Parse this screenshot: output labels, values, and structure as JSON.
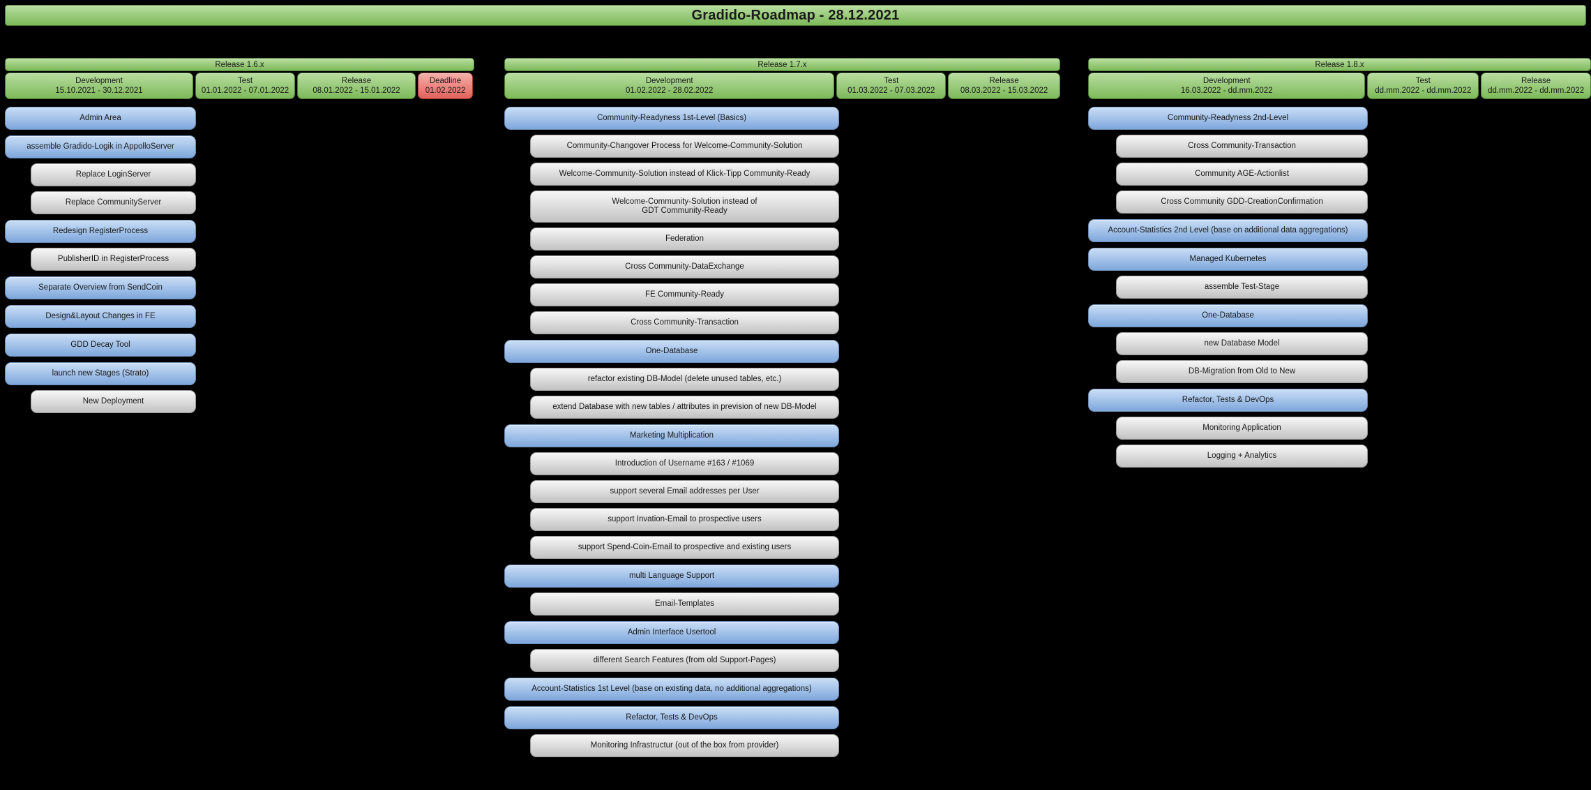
{
  "title": "Gradido-Roadmap - 28.12.2021",
  "colors": {
    "background": "#000000",
    "green_top": "#b8de9f",
    "green_bottom": "#7db95a",
    "green_border": "#4e7d36",
    "blue_top": "#c9def6",
    "blue_bottom": "#7ea7dc",
    "blue_border": "#6c8cb5",
    "gray_top": "#f7f7f7",
    "gray_bottom": "#c2c2c2",
    "gray_border": "#999999",
    "red_top": "#f4b0aa",
    "red_bottom": "#e2625b",
    "red_border": "#a13a31"
  },
  "releases": [
    {
      "name": "Release 1.6.x",
      "phases": [
        {
          "label": "Development",
          "dates": "15.10.2021 - 30.12.2021",
          "style": "green"
        },
        {
          "label": "Test",
          "dates": "01.01.2022 - 07.01.2022",
          "style": "green"
        },
        {
          "label": "Release",
          "dates": "08.01.2022 - 15.01.2022",
          "style": "green"
        },
        {
          "label": "Deadline",
          "dates": "01.02.2022",
          "style": "red"
        }
      ],
      "groups": [
        {
          "parent": "Admin Area",
          "children": []
        },
        {
          "parent": "assemble Gradido-Logik in AppolloServer",
          "children": [
            "Replace LoginServer",
            "Replace CommunityServer"
          ]
        },
        {
          "parent": "Redesign RegisterProcess",
          "children": [
            "PublisherID in RegisterProcess"
          ]
        },
        {
          "parent": "Separate Overview from SendCoin",
          "children": []
        },
        {
          "parent": "Design&Layout Changes in FE",
          "children": []
        },
        {
          "parent": "GDD Decay Tool",
          "children": []
        },
        {
          "parent": "launch new Stages (Strato)",
          "children": [
            "New Deployment"
          ]
        }
      ]
    },
    {
      "name": "Release 1.7.x",
      "phases": [
        {
          "label": "Development",
          "dates": "01.02.2022 - 28.02.2022",
          "style": "green"
        },
        {
          "label": "Test",
          "dates": "01.03.2022 - 07.03.2022",
          "style": "green"
        },
        {
          "label": "Release",
          "dates": "08.03.2022 - 15.03.2022",
          "style": "green"
        }
      ],
      "groups": [
        {
          "parent": "Community-Readyness 1st-Level (Basics)",
          "children": [
            "Community-Changover Process for Welcome-Community-Solution",
            "Welcome-Community-Solution instead of Klick-Tipp Community-Ready",
            "Welcome-Community-Solution instead of\nGDT Community-Ready",
            "Federation",
            "Cross Community-DataExchange",
            "FE Community-Ready",
            "Cross Community-Transaction"
          ]
        },
        {
          "parent": "One-Database",
          "children": [
            "refactor existing DB-Model (delete unused tables, etc.)",
            "extend Database with new tables / attributes in prevision of new DB-Model"
          ]
        },
        {
          "parent": "Marketing Multiplication",
          "children": [
            "Introduction of Username #163 / #1069",
            "support several Email addresses per User",
            "support Invation-Email to prospective users",
            "support Spend-Coin-Email to prospective and existing users"
          ]
        },
        {
          "parent": "multi Language Support",
          "children": [
            "Email-Templates"
          ]
        },
        {
          "parent": "Admin Interface Usertool",
          "children": [
            "different Search Features (from old Support-Pages)"
          ]
        },
        {
          "parent": "Account-Statistics 1st Level (base on existing data, no additional aggregations)",
          "children": []
        },
        {
          "parent": "Refactor, Tests & DevOps",
          "children": [
            "Monitoring Infrastructur (out of the box from provider)"
          ]
        }
      ]
    },
    {
      "name": "Release 1.8.x",
      "phases": [
        {
          "label": "Development",
          "dates": "16.03.2022 - dd.mm.2022",
          "style": "green"
        },
        {
          "label": "Test",
          "dates": "dd.mm.2022 - dd.mm.2022",
          "style": "green"
        },
        {
          "label": "Release",
          "dates": "dd.mm.2022 - dd.mm.2022",
          "style": "green"
        }
      ],
      "groups": [
        {
          "parent": "Community-Readyness 2nd-Level",
          "children": [
            "Cross Community-Transaction",
            "Community AGE-Actionlist",
            "Cross Community GDD-CreationConfirmation"
          ]
        },
        {
          "parent": "Account-Statistics 2nd Level (base on additional data aggregations)",
          "children": []
        },
        {
          "parent": "Managed Kubernetes",
          "children": [
            "assemble Test-Stage"
          ]
        },
        {
          "parent": "One-Database",
          "children": [
            "new Database Model",
            "DB-Migration from Old to New"
          ]
        },
        {
          "parent": "Refactor, Tests & DevOps",
          "children": [
            "Monitoring Application",
            "Logging + Analytics"
          ]
        }
      ]
    }
  ]
}
